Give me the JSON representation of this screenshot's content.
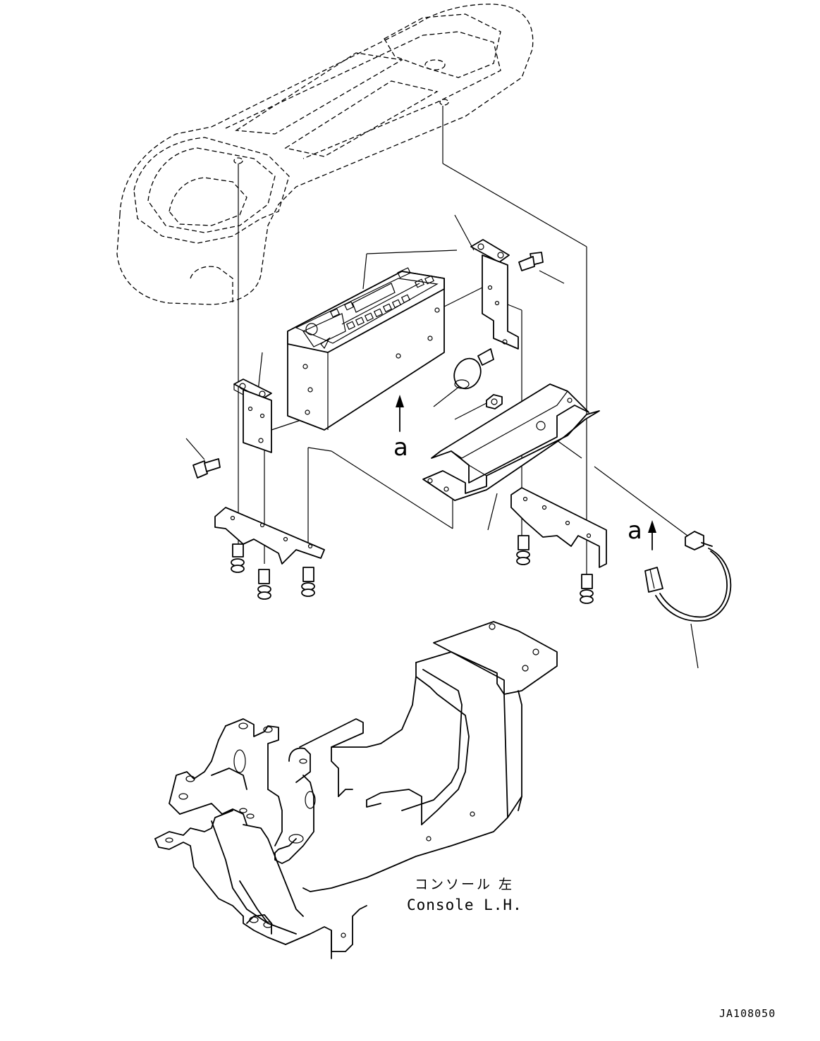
{
  "labels": {
    "view_marker_left": "a",
    "view_marker_right": "a",
    "console_name_jp": "コンソール 左",
    "console_name_en": "Console L.H.",
    "drawing_number": "JA108050"
  }
}
